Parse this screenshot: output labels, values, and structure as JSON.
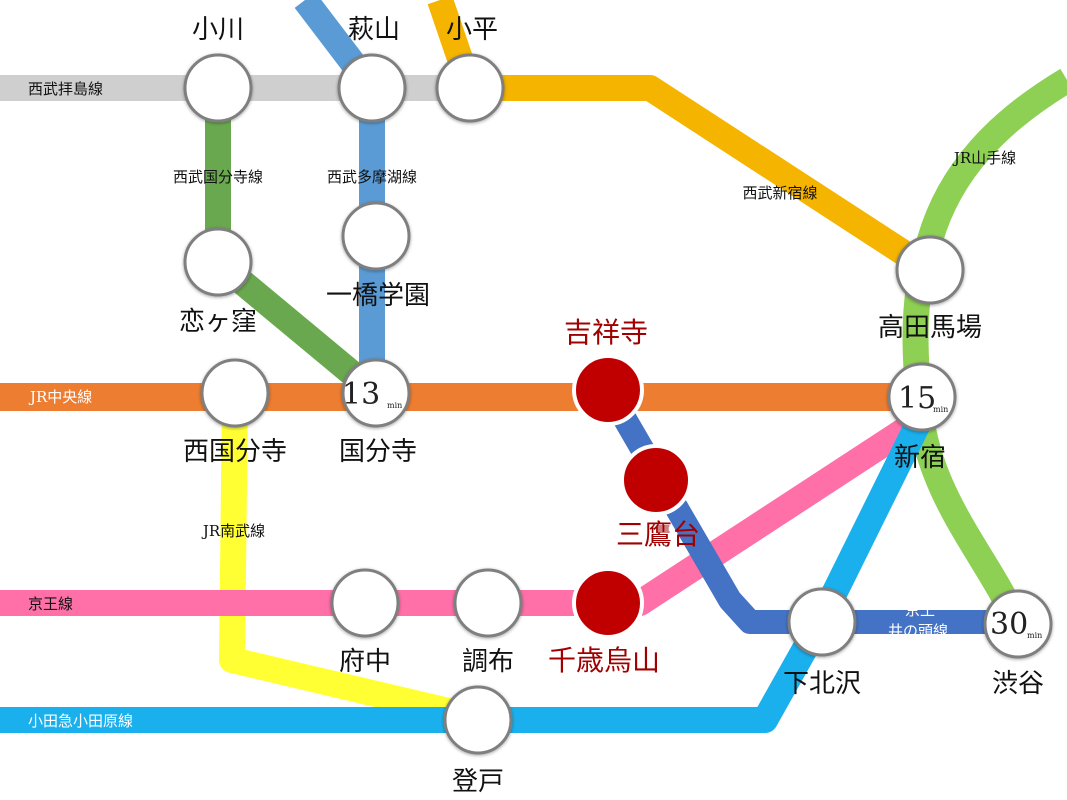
{
  "lines": {
    "seibu_haijima": {
      "label": "西武拝島線",
      "color": "#cfcfcf"
    },
    "seibu_kokubunji": {
      "label": "西武国分寺線",
      "color": "#6aa84f"
    },
    "seibu_tamako": {
      "label": "西武多摩湖線",
      "color": "#5b9bd5"
    },
    "seibu_shinjuku": {
      "label": "西武新宿線",
      "color": "#f5b400"
    },
    "jr_yamanote": {
      "label": "JR山手線",
      "color": "#8ed053"
    },
    "jr_chuo": {
      "label": "JR中央線",
      "color": "#ed7d31"
    },
    "jr_nambu": {
      "label": "JR南武線",
      "color": "#ffff33"
    },
    "keio": {
      "label": "京王線",
      "color": "#ff6fa8"
    },
    "keio_inokashira": {
      "label_1": "京王",
      "label_2": "井の頭線",
      "color": "#4472c4"
    },
    "odakyu": {
      "label": "小田急小田原線",
      "color": "#1ab0ee"
    }
  },
  "stations": {
    "ogawa": "小川",
    "hagiyama": "萩山",
    "kodaira": "小平",
    "koigakubo": "恋ヶ窪",
    "hitotsubashi": "一橋学園",
    "takadanobaba": "高田馬場",
    "nishikokubunji": "西国分寺",
    "kokubunji": "国分寺",
    "kichijoji": "吉祥寺",
    "mitaka": "三鷹台",
    "shinjuku": "新宿",
    "fuchu": "府中",
    "chofu": "調布",
    "chitosekarasuyama": "千歳烏山",
    "shimokitazawa": "下北沢",
    "shibuya": "渋谷",
    "noborito": "登戸"
  },
  "times": {
    "kokubunji": {
      "value": "13",
      "unit": "min"
    },
    "shinjuku": {
      "value": "15",
      "unit": "min"
    },
    "shibuya": {
      "value": "30",
      "unit": "min"
    }
  },
  "colors": {
    "highlight_station": "#c00000",
    "station_fill": "#ffffff",
    "station_stroke": "#7f7f7f"
  }
}
